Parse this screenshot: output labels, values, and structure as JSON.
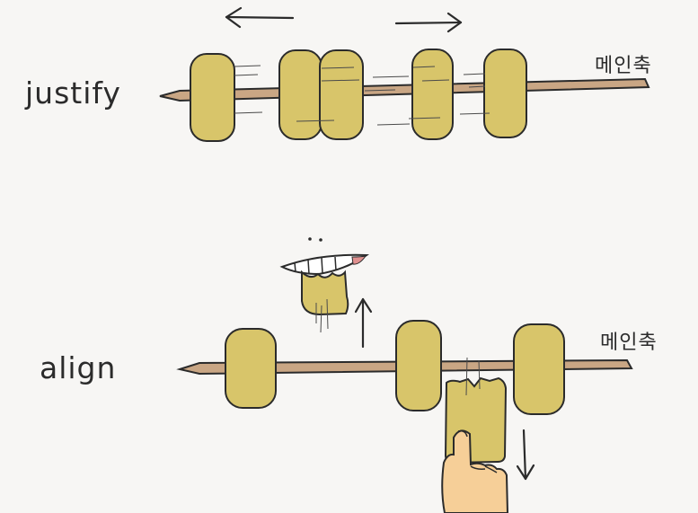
{
  "labels": {
    "justify": "justify",
    "align": "align",
    "main_axis_top": "메인축",
    "main_axis_bottom": "메인축"
  },
  "colors": {
    "background": "#f7f6f4",
    "block_fill": "#d8c56a",
    "outline": "#2b2b2b",
    "skewer": "#c9a684",
    "hand": "#f6cf98",
    "tongue": "#e0908f"
  },
  "icons": {
    "left_arrow": "arrow-left-icon",
    "right_arrow": "arrow-right-icon",
    "up_arrow": "arrow-up-icon",
    "down_arrow": "arrow-down-icon",
    "mouth": "biting-mouth-icon",
    "hand": "pulling-hand-icon"
  }
}
